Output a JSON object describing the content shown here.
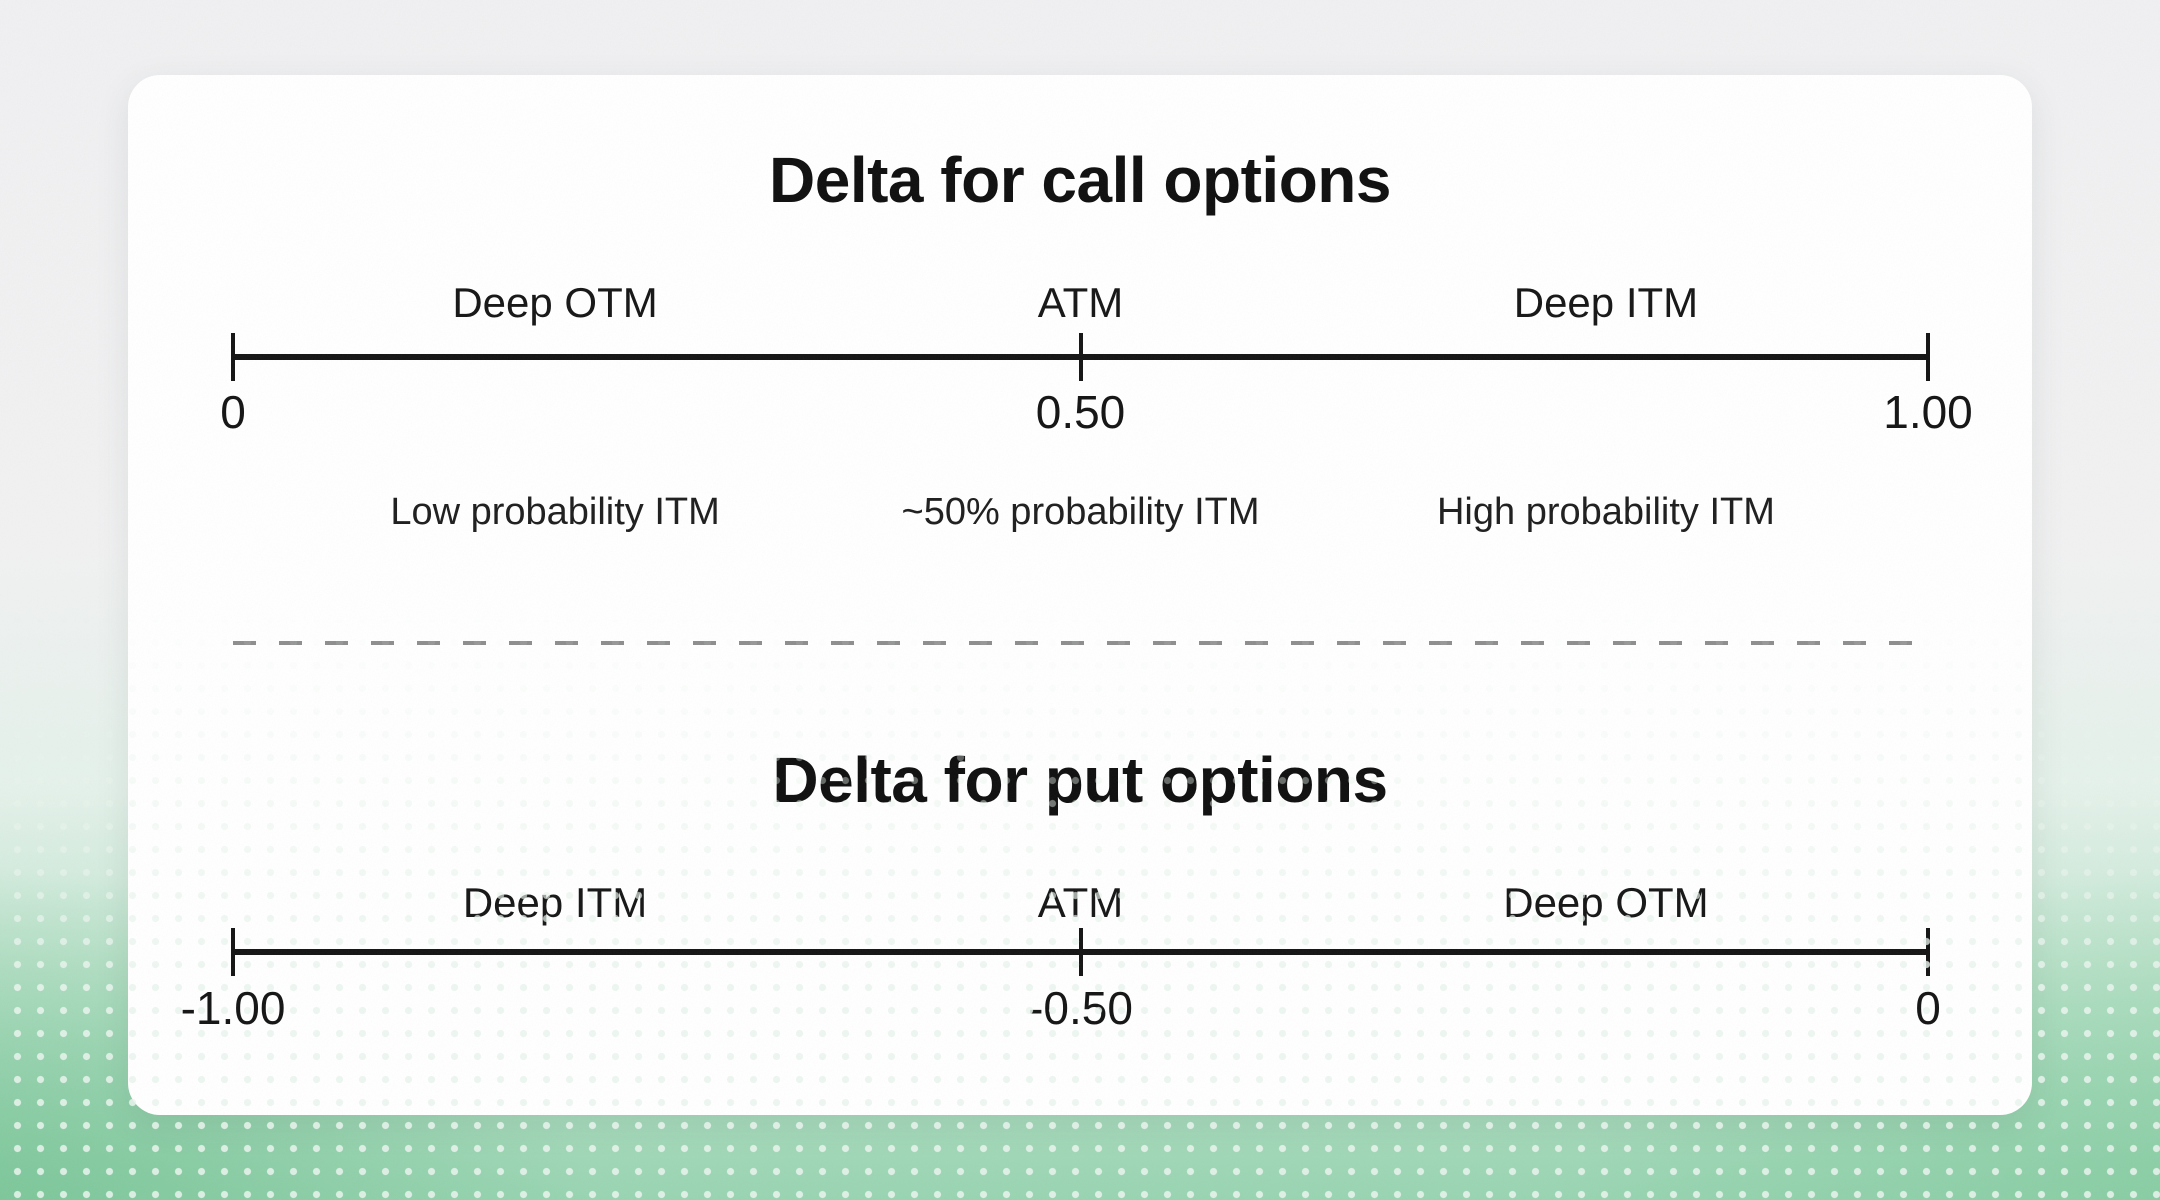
{
  "diagram": {
    "type": "number-line",
    "sections": [
      {
        "title": "Delta for call options",
        "zones": [
          "Deep OTM",
          "ATM",
          "Deep ITM"
        ],
        "ticks": [
          "0",
          "0.50",
          "1.00"
        ],
        "tick_values": [
          0,
          0.5,
          1.0
        ],
        "notes": [
          "Low probability ITM",
          "~50% probability ITM",
          "High probability ITM"
        ]
      },
      {
        "title": "Delta for put options",
        "zones": [
          "Deep ITM",
          "ATM",
          "Deep OTM"
        ],
        "ticks": [
          "-1.00",
          "-0.50",
          "0"
        ],
        "tick_values": [
          -1.0,
          -0.5,
          0
        ]
      }
    ]
  },
  "colors": {
    "background_top_gray": "#f0f0f2",
    "background_green": "#98d4b1",
    "card_white": "#ffffff",
    "axis_black": "#141414",
    "divider_gray": "#8e8e8e"
  }
}
